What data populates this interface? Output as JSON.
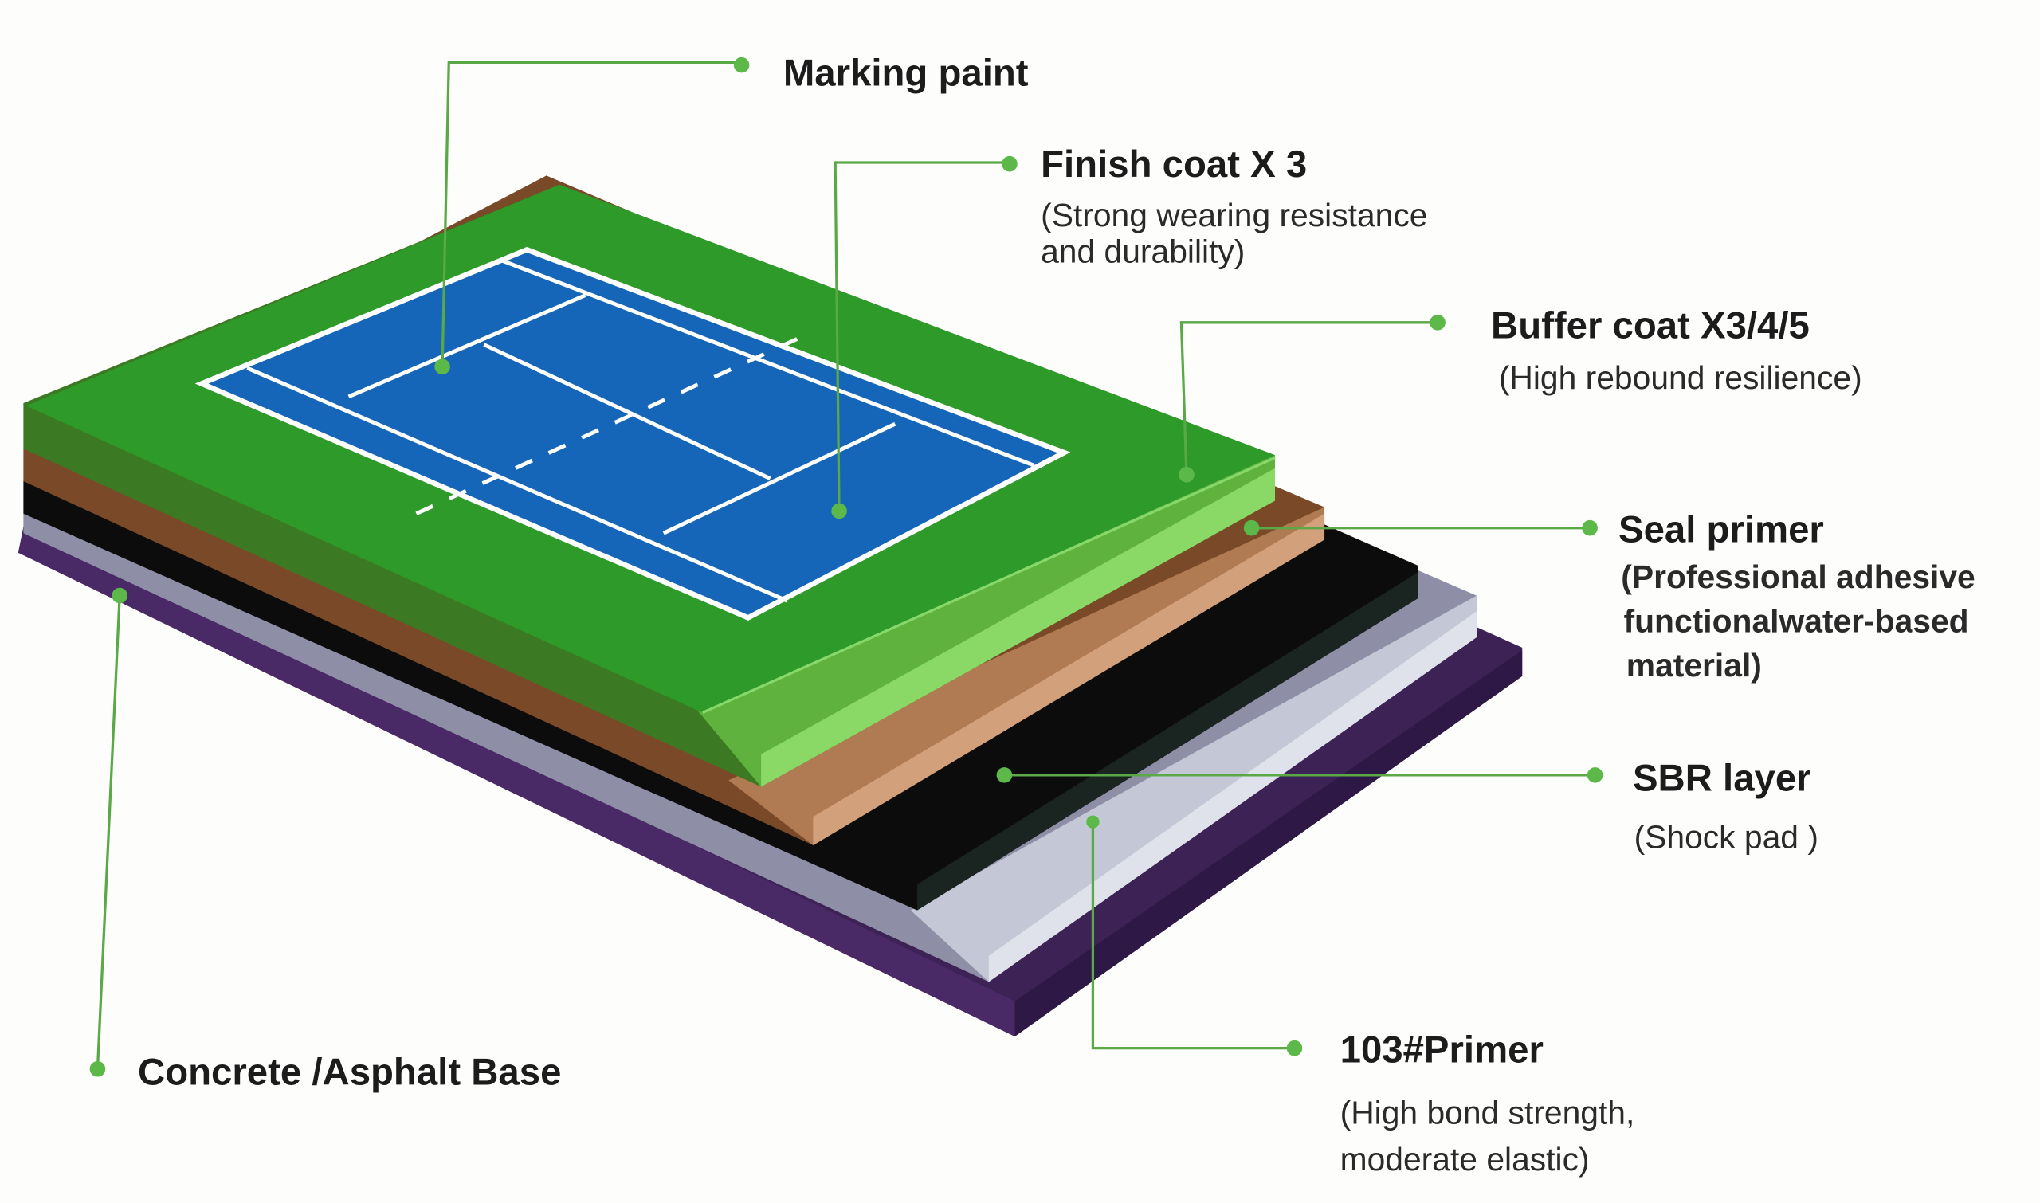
{
  "diagram": {
    "type": "layered-cross-section",
    "subject": "tennis court surface system",
    "colors": {
      "background": "#fdfdfb",
      "leader_line": "#5aa846",
      "leader_dot": "#5cb848",
      "court_blue": "#1565b8",
      "court_lines": "#ffffff",
      "finish_green": "#2e9a2a",
      "buffer_green_light": "#7ed45a",
      "seal_brown": "#c48a62",
      "sbr_black": "#0c0c0c",
      "primer_grey": "#b8bccb",
      "base_purple": "#3c2255"
    }
  },
  "labels": {
    "marking_paint": {
      "title": "Marking paint"
    },
    "finish_coat": {
      "title": "Finish coat X 3",
      "desc_line1": "(Strong wearing resistance",
      "desc_line2": "and durability)"
    },
    "buffer_coat": {
      "title": "Buffer coat X3/4/5",
      "desc_line1": "(High rebound resilience)"
    },
    "seal_primer": {
      "title": "Seal primer",
      "desc_line1": "(Professional adhesive",
      "desc_line2": "functionalwater-based",
      "desc_line3": "material)"
    },
    "sbr_layer": {
      "title": "SBR layer",
      "desc_line1": "(Shock pad )"
    },
    "primer_103": {
      "title": "103#Primer",
      "desc_line1": "(High bond strength,",
      "desc_line2": "moderate elastic)"
    },
    "base": {
      "title": "Concrete /Asphalt Base"
    }
  }
}
